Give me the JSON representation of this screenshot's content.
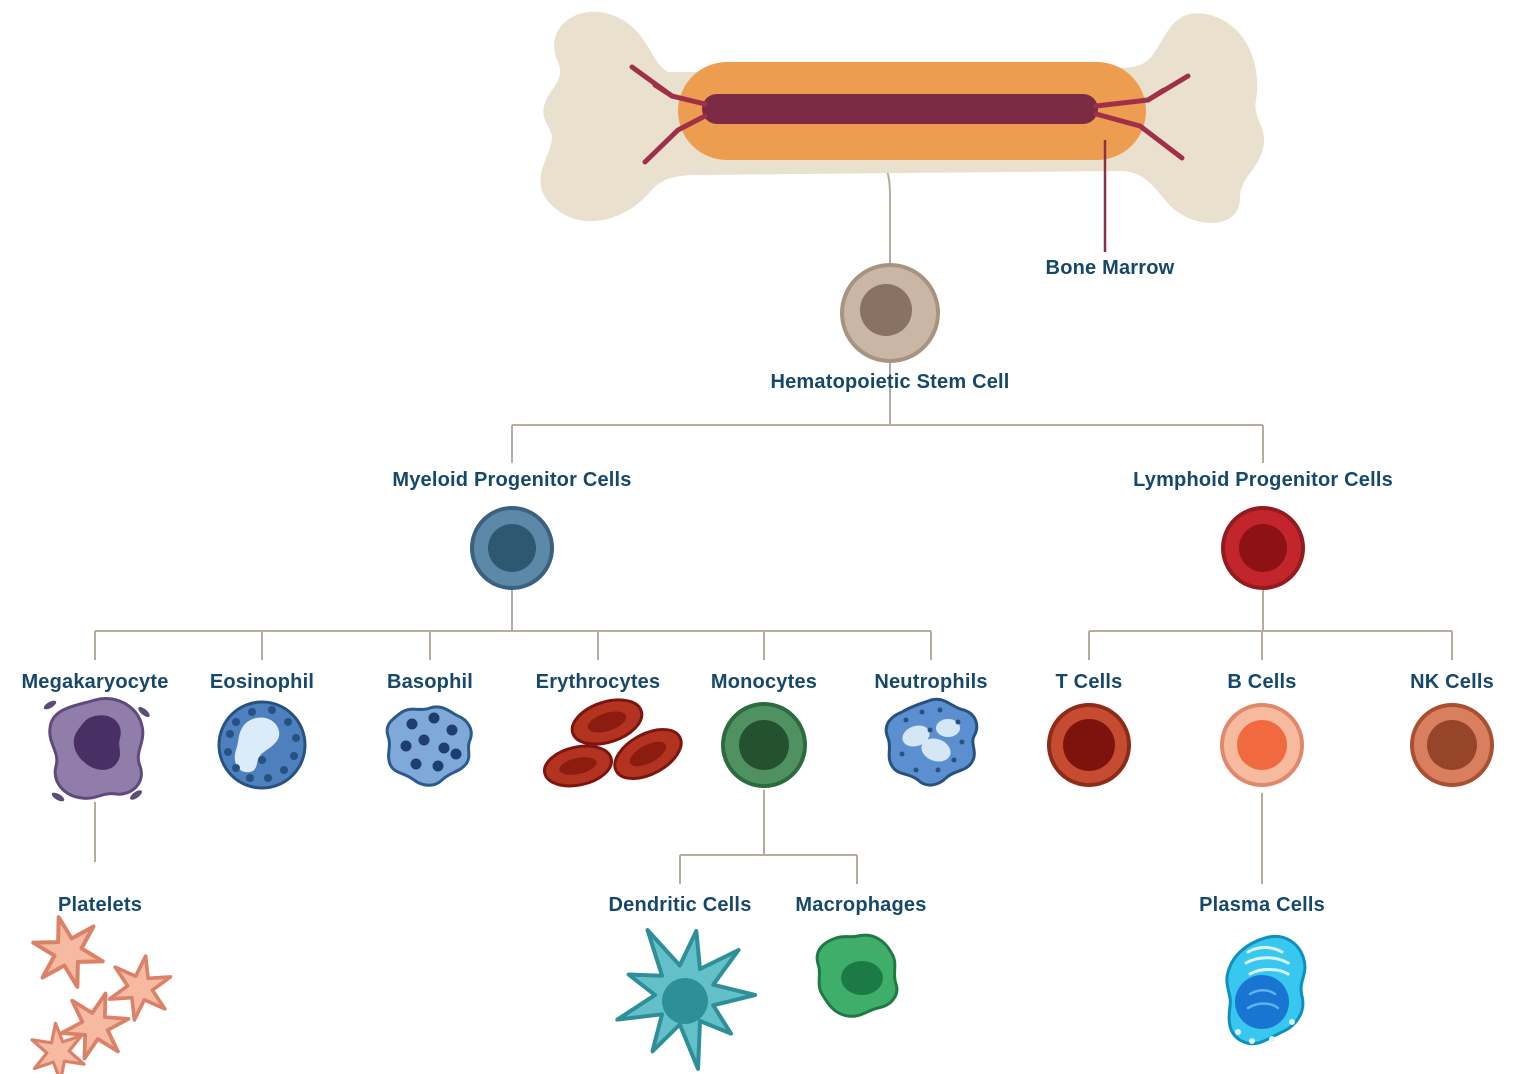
{
  "diagram": {
    "type": "tree",
    "subject": "Hematopoiesis / blood cell lineage",
    "labels": {
      "bone_marrow": "Bone Marrow",
      "hsc": "Hematopoietic Stem Cell",
      "myeloid": "Myeloid Progenitor Cells",
      "lymphoid": "Lymphoid Progenitor Cells",
      "megakaryocyte": "Megakaryocyte",
      "eosinophil": "Eosinophil",
      "basophil": "Basophil",
      "erythrocytes": "Erythrocytes",
      "monocytes": "Monocytes",
      "neutrophils": "Neutrophils",
      "t_cells": "T Cells",
      "b_cells": "B Cells",
      "nk_cells": "NK Cells",
      "platelets": "Platelets",
      "dendritic_cells": "Dendritic Cells",
      "macrophages": "Macrophages",
      "plasma_cells": "Plasma Cells"
    },
    "hierarchy": {
      "name": "Hematopoietic Stem Cell",
      "source": "Bone Marrow",
      "children": [
        {
          "name": "Myeloid Progenitor Cells",
          "children": [
            {
              "name": "Megakaryocyte",
              "children": [
                {
                  "name": "Platelets"
                }
              ]
            },
            {
              "name": "Eosinophil"
            },
            {
              "name": "Basophil"
            },
            {
              "name": "Erythrocytes"
            },
            {
              "name": "Monocytes",
              "children": [
                {
                  "name": "Dendritic Cells"
                },
                {
                  "name": "Macrophages"
                }
              ]
            },
            {
              "name": "Neutrophils"
            }
          ]
        },
        {
          "name": "Lymphoid Progenitor Cells",
          "children": [
            {
              "name": "T Cells"
            },
            {
              "name": "B Cells",
              "children": [
                {
                  "name": "Plasma Cells"
                }
              ]
            },
            {
              "name": "NK Cells"
            }
          ]
        }
      ]
    },
    "colors": {
      "text": "#16486b",
      "connector_line": "#b5ac9f",
      "bone": "#e9e1cd",
      "marrow": "#ec9d50",
      "marrow_canal": "#7c2b45",
      "vessels": "#a03049",
      "hsc": "#c9b6a4",
      "hsc_nucleus": "#8a7263",
      "myeloid_cell": "#5d89a8",
      "lymphoid_cell": "#c2252b",
      "megakaryocyte_cell": "#917da9",
      "eosinophil_cell": "#4e80bf",
      "basophil_cell": "#7fa9d9",
      "erythrocyte_cell": "#b23420",
      "monocyte_cell": "#4f9160",
      "neutrophil_cell": "#5b8fd0",
      "t_cell": "#c54c31",
      "b_cell": "#f6bb9f",
      "nk_cell": "#d97e5e",
      "platelet": "#f6b9a2",
      "dendritic_cell": "#63c0c8",
      "macrophage_cell": "#3fae6b",
      "plasma_cell": "#38c7ef"
    }
  }
}
